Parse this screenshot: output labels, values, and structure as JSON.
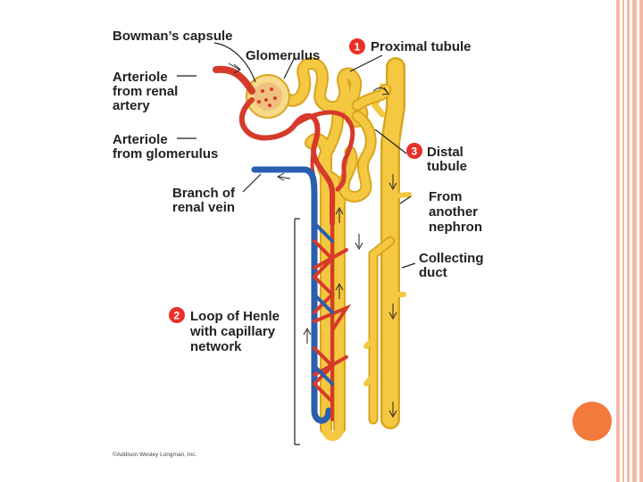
{
  "labels": {
    "bowmans_capsule": "Bowman’s capsule",
    "glomerulus": "Glomerulus",
    "proximal_tubule": "Proximal tubule",
    "arteriole_renal_1": "Arteriole",
    "arteriole_renal_2": "from renal",
    "arteriole_renal_3": "artery",
    "arteriole_glom_1": "Arteriole",
    "arteriole_glom_2": "from glomerulus",
    "distal_1": "Distal",
    "distal_2": "tubule",
    "renal_vein_1": "Branch of",
    "renal_vein_2": "renal vein",
    "another_1": "From",
    "another_2": "another",
    "another_3": "nephron",
    "collecting_1": "Collecting",
    "collecting_2": "duct",
    "henle_1": "Loop of Henle",
    "henle_2": "with capillary",
    "henle_3": "network"
  },
  "badges": {
    "proximal": "1",
    "henle": "2",
    "distal": "3"
  },
  "credit": "©Addison Wesley Longman, Inc.",
  "colors": {
    "tubule": "#f5c842",
    "tubule_dark": "#d9a520",
    "artery": "#d63a2a",
    "vein": "#2a5fb0",
    "badge": "#e8312a",
    "accent_dot": "#f47a3c",
    "stripe": "#f4b8a4"
  }
}
